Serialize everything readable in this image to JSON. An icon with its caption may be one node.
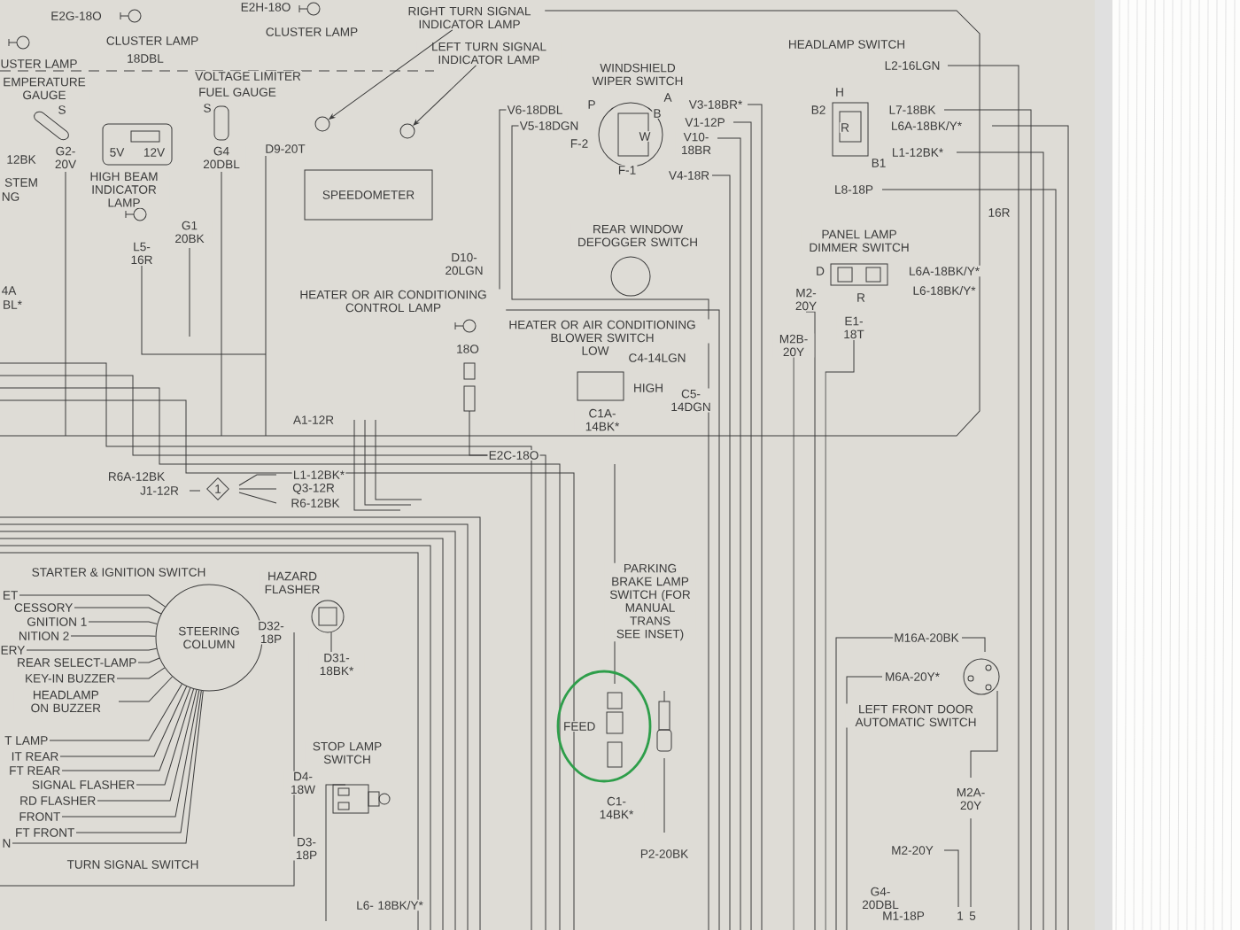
{
  "diagram": {
    "nodes": [
      {
        "text": [
          "USTER LAMP"
        ]
      },
      {
        "text": [
          "CLUSTER LAMP"
        ]
      },
      {
        "text": [
          "CLUSTER LAMP"
        ]
      },
      {
        "text": [
          "EMPERATURE GAUGE"
        ]
      },
      {
        "text": [
          "VOLTAGE LIMITER"
        ]
      },
      {
        "text": [
          "FUEL GAUGE"
        ]
      },
      {
        "text": [
          "HIGH BEAM INDICATOR LAMP"
        ]
      },
      {
        "text": [
          "RIGHT TURN SIGNAL INDICATOR LAMP"
        ]
      },
      {
        "text": [
          "LEFT TURN SIGNAL INDICATOR LAMP"
        ]
      },
      {
        "text": [],
        "shape": "circle"
      },
      {
        "text": [],
        "shape": "circle"
      },
      {
        "text": [
          "SPEEDOMETER"
        ]
      },
      {
        "text": [
          "HEATER OR AIR CONDITIONING CONTROL LAMP"
        ]
      },
      {
        "text": [
          "WINDSHIELD WIPER SWITCH"
        ]
      },
      {
        "text": [
          "REAR WINDOW DEFOGGER SWITCH"
        ]
      },
      {
        "text": [
          "HEATER OR AIR CONDITIONING BLOWER SWITCH"
        ]
      },
      {
        "text": [
          "HEADLAMP SWITCH"
        ]
      },
      {
        "text": [
          "PANEL LAMP DIMMER SWITCH"
        ]
      },
      {
        "text": [
          "1"
        ]
      },
      {
        "text": [
          "STEERING COLUMN"
        ]
      },
      {
        "text": [
          "HAZARD FLASHER"
        ]
      },
      {
        "text": [
          "STOP LAMP SWITCH"
        ]
      },
      {
        "text": [
          "PARKING BRAKE LAMP SWITCH (FOR MANUAL TRANS SEE INSET)"
        ]
      },
      {
        "text": [],
        "shape": "box",
        "beside": [
          "FEED"
        ]
      },
      {
        "text": [
          "LEFT FRONT DOOR AUTOMATIC SWITCH"
        ]
      },
      {
        "text": [
          "ET"
        ]
      },
      {
        "text": [
          "CESSORY"
        ]
      },
      {
        "text": [
          "GNITION 1"
        ]
      },
      {
        "text": [
          "NITION 2"
        ]
      },
      {
        "text": [
          "ERY"
        ]
      },
      {
        "text": [
          "REAR SELECT-LAMP"
        ]
      },
      {
        "text": [
          "KEY-IN BUZZER"
        ]
      },
      {
        "text": [
          "HEADLAMP ON BUZZER"
        ]
      },
      {
        "text": [
          "T LAMP"
        ]
      },
      {
        "text": [
          "IT REAR"
        ]
      },
      {
        "text": [
          "FT REAR"
        ]
      },
      {
        "text": [
          "SIGNAL FLASHER"
        ]
      },
      {
        "text": [
          "RD FLASHER"
        ]
      },
      {
        "text": [
          "FRONT"
        ]
      },
      {
        "text": [
          "FT FRONT"
        ]
      },
      {
        "text": [
          "N"
        ]
      }
    ],
    "edges": [
      {
        "from": 7,
        "to": 9,
        "arrow": "to"
      },
      {
        "from": 8,
        "to": 10,
        "arrow": "to"
      },
      {
        "from": 25,
        "to": 19,
        "arrow": "none"
      },
      {
        "from": 26,
        "to": 19,
        "arrow": "none"
      },
      {
        "from": 27,
        "to": 19,
        "arrow": "none"
      },
      {
        "from": 28,
        "to": 19,
        "arrow": "none"
      },
      {
        "from": 29,
        "to": 19,
        "arrow": "none"
      },
      {
        "from": 30,
        "to": 19,
        "arrow": "none"
      },
      {
        "from": 31,
        "to": 19,
        "arrow": "none"
      },
      {
        "from": 32,
        "to": 19,
        "arrow": "none"
      },
      {
        "from": 33,
        "to": 19,
        "arrow": "none"
      },
      {
        "from": 34,
        "to": 19,
        "arrow": "none"
      },
      {
        "from": 35,
        "to": 19,
        "arrow": "none"
      },
      {
        "from": 36,
        "to": 19,
        "arrow": "none"
      },
      {
        "from": 37,
        "to": 19,
        "arrow": "none"
      },
      {
        "from": 38,
        "to": 19,
        "arrow": "none"
      },
      {
        "from": 39,
        "to": 19,
        "arrow": "none"
      },
      {
        "from": 40,
        "to": 19,
        "arrow": "none"
      }
    ],
    "labels": [
      "E2G-18O",
      "E2H-18O",
      "18DBL",
      "S",
      "S",
      "5V",
      "12V",
      "G2- 20V",
      "G4 20DBL",
      "D9-20T",
      "12BK",
      "STEM",
      "NG",
      "G1 20BK",
      "L5- 16R",
      "4A",
      "BL*",
      "D10- 20LGN",
      "V6-18DBL",
      "P",
      "V5-18DGN",
      "F-2",
      "A",
      "B",
      "W",
      "F-1",
      "V3-18BR*",
      "V1-12P",
      "V10- 18BR",
      "V4-18R",
      "18O",
      "LOW",
      "C4-14LGN",
      "HIGH",
      "C5- 14DGN",
      "C1A- 14BK*",
      "E2C-18O",
      "L2-16LGN",
      "H",
      "B2",
      "L7-18BK",
      "R",
      "L6A-18BK/Y*",
      "L1-12BK*",
      "B1",
      "L8-18P",
      "16R",
      "D",
      "L6A-18BK/Y*",
      "L6-18BK/Y*",
      "M2- 20Y",
      "R",
      "E1- 18T",
      "M2B- 20Y",
      "A1-12R",
      "R6A-12BK",
      "J1-12R",
      "L1-12BK*",
      "Q3-12R",
      "R6-12BK",
      "STARTER & IGNITION SWITCH",
      "D32- 18P",
      "D31- 18BK*",
      "D4- 18W",
      "D3- 18P",
      "TURN SIGNAL SWITCH",
      "L6- 18BK/Y*",
      "C1- 14BK*",
      "P2-20BK",
      "M16A-20BK",
      "M6A-20Y*",
      "M2A- 20Y",
      "M2-20Y",
      "G4- 20DBL",
      "M1-18P",
      "1",
      "5"
    ]
  }
}
